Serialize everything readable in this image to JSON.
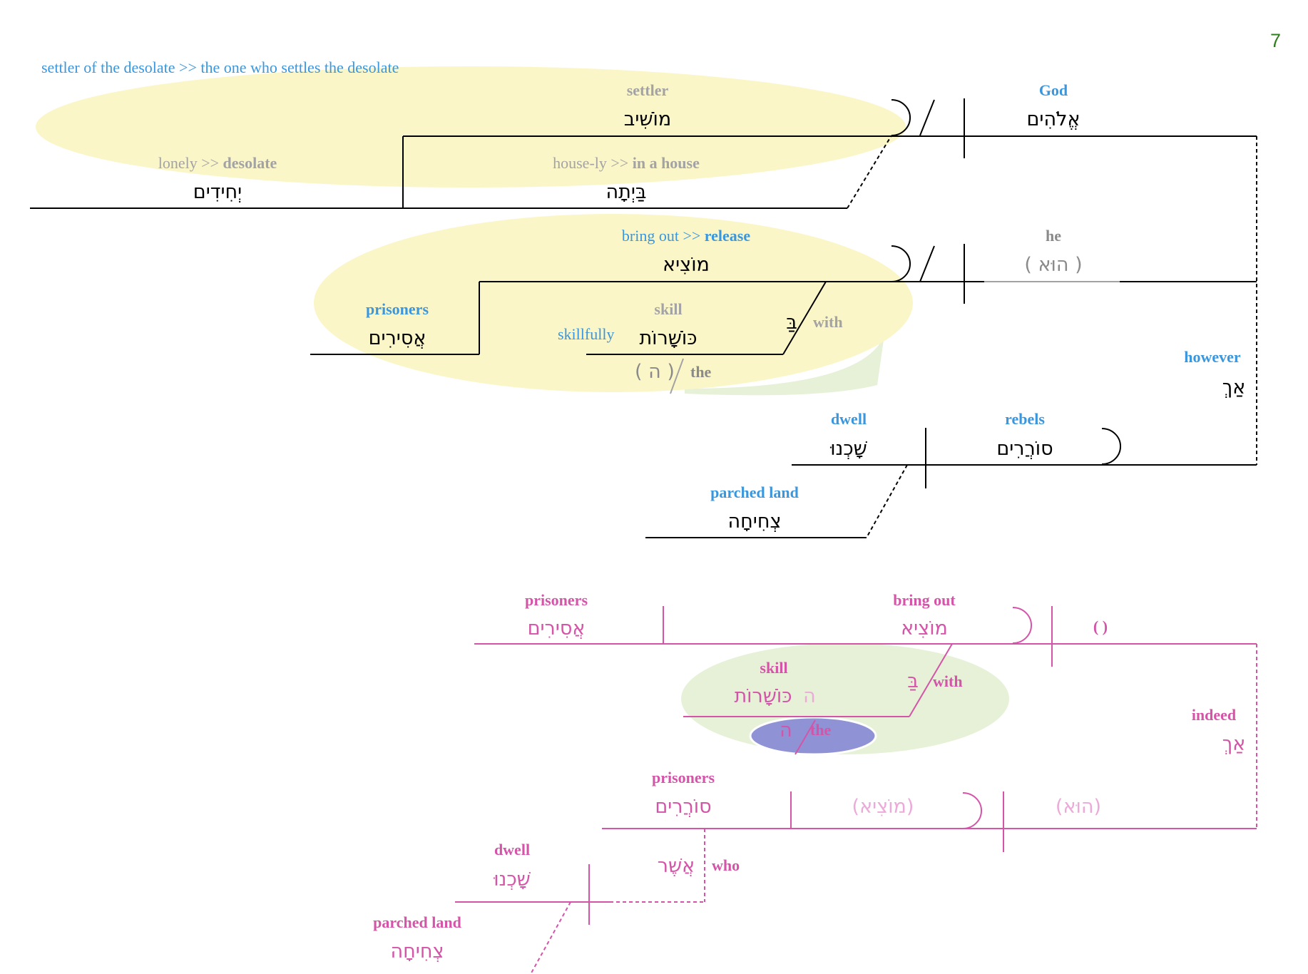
{
  "page_number": "7",
  "colors": {
    "blue": "#3a96dd",
    "grey": "#a3a3a3",
    "darkgrey": "#8a8a8a",
    "black": "#000000",
    "magenta": "#d455a8",
    "lightmagenta": "#ecaad8",
    "green": "#2e7d1e",
    "yellow_bubble": "#fbf6c7",
    "green_bubble": "#e6f1d8",
    "purple_bubble": "#8f93d6"
  },
  "top": {
    "note_prefix": "settler of the desolate >> ",
    "note_suffix": "the one who settles the desolate",
    "god": {
      "gloss": "God",
      "hebrew": "אֱלֹהִים"
    },
    "settler": {
      "gloss": "settler",
      "hebrew": "מוֹשִׁיב"
    },
    "desolate": {
      "gloss_plain": "lonely >> ",
      "gloss_bold": "desolate",
      "hebrew": "יְחִידִים"
    },
    "house": {
      "gloss_plain": "house-ly >> ",
      "gloss_bold": "in a house",
      "hebrew": "בַּיְתָה"
    },
    "he": {
      "gloss": "he",
      "hebrew": "( הוּא )"
    },
    "release": {
      "gloss_plain": "bring out >> ",
      "gloss_bold": "release",
      "hebrew": "מוֹצִיא"
    },
    "prisoners": {
      "gloss": "prisoners",
      "hebrew": "אֲסִירִים"
    },
    "skill": {
      "gloss": "skill",
      "alt": "skillfully",
      "hebrew": "כּוֹשָׁרוֹת"
    },
    "with": {
      "gloss": "with",
      "hebrew": "בַּ"
    },
    "the": {
      "gloss": "the",
      "hebrew": "( ה )"
    },
    "however": {
      "gloss": "however",
      "hebrew": "אַךְ"
    },
    "dwell": {
      "gloss": "dwell",
      "hebrew": "שָׁכְנוּ"
    },
    "rebels": {
      "gloss": "rebels",
      "hebrew": "סוֹרֲרִים"
    },
    "parched": {
      "gloss": "parched land",
      "hebrew": "צְחִיחָה"
    }
  },
  "bottom": {
    "prisoners": {
      "gloss": "prisoners",
      "hebrew": "אֲסִירִים"
    },
    "bring_out": {
      "gloss": "bring out",
      "hebrew": "מוֹצִיא"
    },
    "empty_subject": "( )",
    "skill": {
      "gloss": "skill",
      "hebrew": "כּוֹשָׁרוֹת",
      "article": "ה"
    },
    "with": {
      "gloss": "with",
      "hebrew": "בַּ"
    },
    "the": {
      "gloss": "the",
      "hebrew": "ה"
    },
    "indeed": {
      "gloss": "indeed",
      "hebrew": "אַךְ"
    },
    "prisoners2": {
      "gloss": "prisoners",
      "hebrew": "סוֹרֲרִים"
    },
    "implied_verb": "(מוֹצִיא)",
    "implied_subject": "(הוּא)",
    "who": {
      "gloss": "who",
      "hebrew": "אֲשֶׁר"
    },
    "dwell": {
      "gloss": "dwell",
      "hebrew": "שָׁכְנוּ"
    },
    "parched": {
      "gloss": "parched land",
      "hebrew": "צְחִיחָה"
    }
  }
}
